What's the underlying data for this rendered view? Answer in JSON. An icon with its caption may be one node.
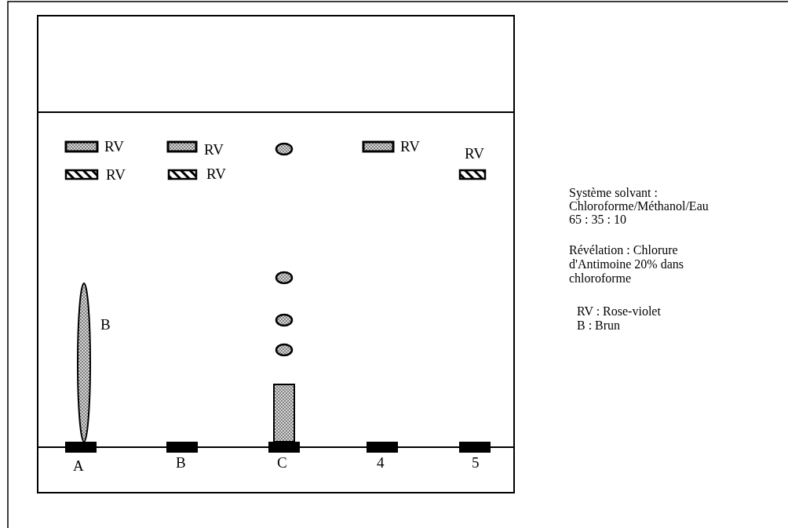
{
  "diagram": {
    "labels": [
      "RV",
      "RV",
      "RV",
      "RV",
      "RV",
      "RV",
      "Système solvant :",
      "Chloroforme/Méthanol/Eau",
      "65 : 35 : 10",
      "Révélation : Chlorure d'Antimoine 20% dans chloroforme",
      "RV : Rose-violet",
      "B",
      "B : Brun",
      "A",
      "B",
      "C",
      "4",
      "5"
    ]
  }
}
